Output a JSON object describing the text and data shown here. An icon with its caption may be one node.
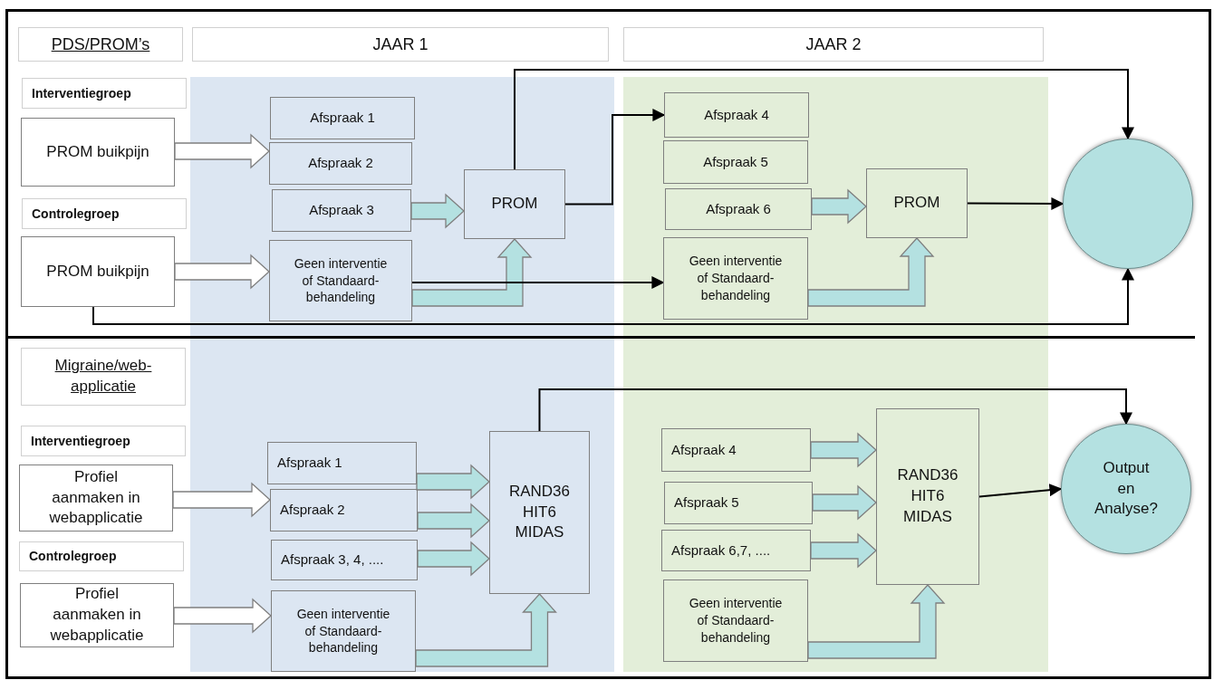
{
  "diagram": {
    "nodes": [
      {
        "text": [
          "PDS/PROM’s"
        ]
      },
      {
        "text": [
          "JAAR 1"
        ]
      },
      {
        "text": [
          "JAAR 2"
        ]
      },
      {
        "text": [
          "Interventiegroep"
        ]
      },
      {
        "text": [
          "PROM buikpijn"
        ]
      },
      {
        "text": [
          "Controlegroep"
        ]
      },
      {
        "text": [
          "PROM buikpijn"
        ]
      },
      {
        "text": [
          "Afspraak 1"
        ]
      },
      {
        "text": [
          "Afspraak 2"
        ]
      },
      {
        "text": [
          "Afspraak 3"
        ]
      },
      {
        "text": [
          "Geen interventie of Standaard-behandeling"
        ]
      },
      {
        "text": [
          "PROM"
        ]
      },
      {
        "text": [
          "Afspraak 4"
        ]
      },
      {
        "text": [
          "Afspraak 5"
        ]
      },
      {
        "text": [
          "Afspraak 6"
        ]
      },
      {
        "text": [
          "Geen interventie of Standaard-behandeling"
        ]
      },
      {
        "text": [
          "PROM"
        ]
      },
      {
        "text": [],
        "shape": "circle"
      },
      {
        "text": [
          "Migraine/web-applicatie"
        ]
      },
      {
        "text": [
          "Interventiegroep"
        ]
      },
      {
        "text": [
          "Profiel aanmaken in webapplicatie"
        ]
      },
      {
        "text": [
          "Controlegroep"
        ]
      },
      {
        "text": [
          "Profiel aanmaken in webapplicatie"
        ]
      },
      {
        "text": [
          "Afspraak 1"
        ]
      },
      {
        "text": [
          "Afspraak 2"
        ]
      },
      {
        "text": [
          "Afspraak 3, 4, ...."
        ]
      },
      {
        "text": [
          "Geen interventie of Standaard-behandeling"
        ]
      },
      {
        "text": [
          "RAND36 HIT6 MIDAS"
        ]
      },
      {
        "text": [
          "Afspraak 4"
        ]
      },
      {
        "text": [
          "Afspraak 5"
        ]
      },
      {
        "text": [
          "Afspraak 6,7, ...."
        ]
      },
      {
        "text": [
          "Geen interventie of Standaard-behandeling"
        ]
      },
      {
        "text": [
          "RAND36 HIT6 MIDAS"
        ]
      },
      {
        "text": [
          "Output en Analyse?"
        ]
      }
    ],
    "edges": [
      {
        "from": 4,
        "to": 8,
        "arrow": "to",
        "style": "thick"
      },
      {
        "from": 6,
        "to": 10,
        "arrow": "to",
        "style": "thick"
      },
      {
        "from": 9,
        "to": 11,
        "arrow": "to",
        "style": "thick",
        "color": "#b4e1e1"
      },
      {
        "from": 10,
        "to": 11,
        "arrow": "to",
        "style": "thick",
        "color": "#b4e1e1"
      },
      {
        "from": 11,
        "to": 17,
        "arrow": "to"
      },
      {
        "from": 11,
        "to": 12,
        "arrow": "to"
      },
      {
        "from": 10,
        "to": 15,
        "arrow": "to"
      },
      {
        "from": 14,
        "to": 16,
        "arrow": "to",
        "style": "thick",
        "color": "#b4e1e1"
      },
      {
        "from": 15,
        "to": 16,
        "arrow": "to",
        "style": "thick",
        "color": "#b4e1e1"
      },
      {
        "from": 16,
        "to": 17,
        "arrow": "to"
      },
      {
        "from": 6,
        "to": 17,
        "arrow": "to"
      },
      {
        "from": 20,
        "to": 24,
        "arrow": "to",
        "style": "thick"
      },
      {
        "from": 22,
        "to": 26,
        "arrow": "to",
        "style": "thick"
      },
      {
        "from": 23,
        "to": 27,
        "arrow": "to",
        "style": "thick",
        "color": "#b4e1e1"
      },
      {
        "from": 24,
        "to": 27,
        "arrow": "to",
        "style": "thick",
        "color": "#b4e1e1"
      },
      {
        "from": 25,
        "to": 27,
        "arrow": "to",
        "style": "thick",
        "color": "#b4e1e1"
      },
      {
        "from": 26,
        "to": 27,
        "arrow": "to",
        "style": "thick",
        "color": "#b4e1e1"
      },
      {
        "from": 27,
        "to": 33,
        "arrow": "to"
      },
      {
        "from": 28,
        "to": 32,
        "arrow": "to",
        "style": "thick",
        "color": "#b4e1e1"
      },
      {
        "from": 29,
        "to": 32,
        "arrow": "to",
        "style": "thick",
        "color": "#b4e1e1"
      },
      {
        "from": 30,
        "to": 32,
        "arrow": "to",
        "style": "thick",
        "color": "#b4e1e1"
      },
      {
        "from": 31,
        "to": 32,
        "arrow": "to",
        "style": "thick",
        "color": "#b4e1e1"
      },
      {
        "from": 32,
        "to": 33,
        "arrow": "to"
      }
    ]
  }
}
